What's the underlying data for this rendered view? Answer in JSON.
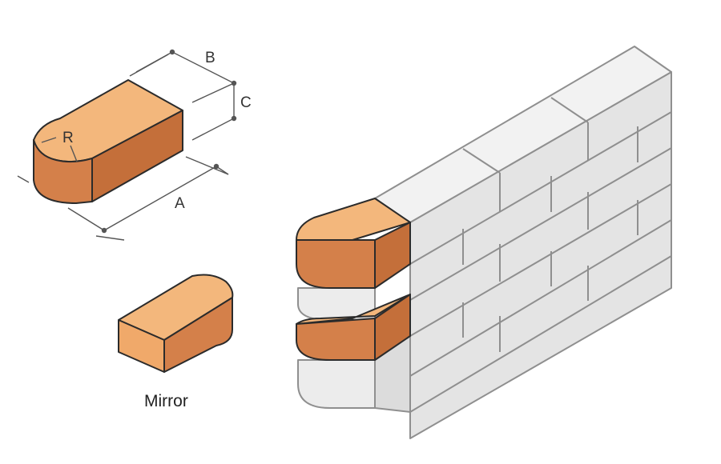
{
  "labels": {
    "length": "A",
    "width": "B",
    "height": "C",
    "radius": "R",
    "mirror": "Mirror"
  },
  "colors": {
    "brick_top": "#f3b77c",
    "brick_front": "#d4804a",
    "brick_side": "#c46f3a",
    "brick_outline": "#2b2b2b",
    "wall_top": "#f1f1f1",
    "wall_face": "#e6e6e6",
    "wall_side": "#dadada",
    "wall_outline": "#8f8f8f",
    "dimension_line": "#555555"
  }
}
